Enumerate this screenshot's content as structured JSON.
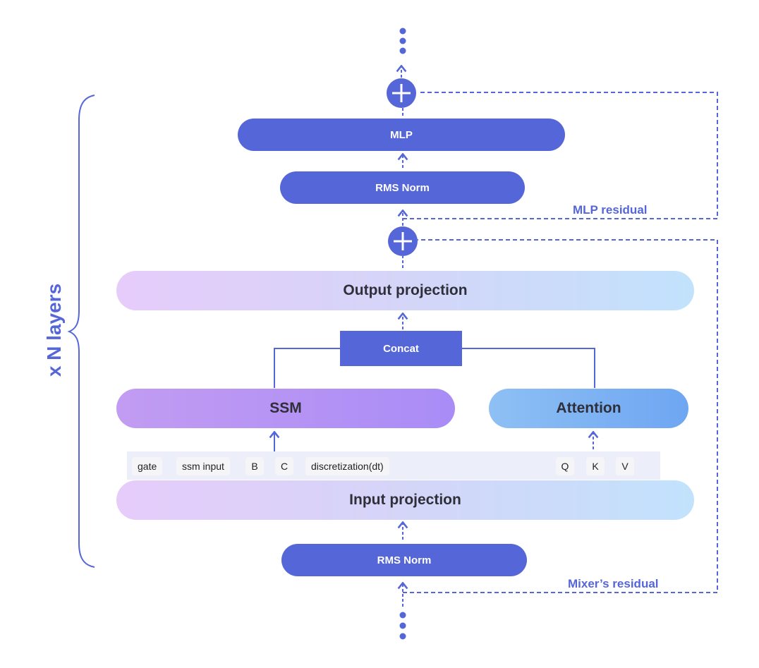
{
  "layers_label": "x N layers",
  "blocks": {
    "mlp": "MLP",
    "rms_norm_top": "RMS Norm",
    "output_projection": "Output projection",
    "concat": "Concat",
    "ssm": "SSM",
    "attention": "Attention",
    "input_projection": "Input projection",
    "rms_norm_bottom": "RMS Norm"
  },
  "residuals": {
    "mlp": "MLP residual",
    "mixer": "Mixer’s residual"
  },
  "ssm_inputs": [
    "gate",
    "ssm input",
    "B",
    "C",
    "discretization(dt)"
  ],
  "attention_inputs": [
    "Q",
    "K",
    "V"
  ],
  "colors": {
    "accent": "#5566d8",
    "ssm": "#a98cf6",
    "attention": "#6ea6f2",
    "projection_gradient_start": "#e6ccfa",
    "projection_gradient_end": "#c2e2fc"
  }
}
